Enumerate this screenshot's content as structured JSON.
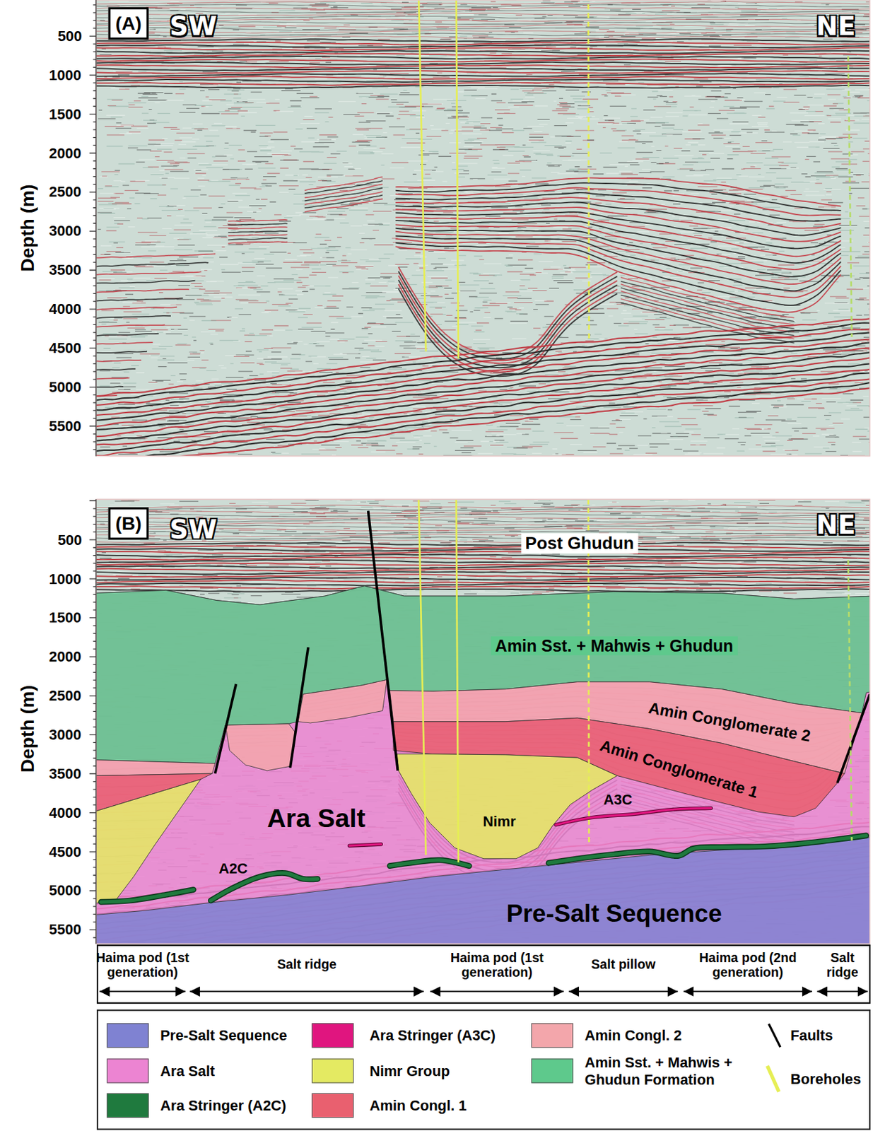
{
  "diagram": {
    "nodes": [
      {
        "text": [
          "(A)"
        ]
      },
      {
        "text": [
          "(B)"
        ]
      }
    ],
    "labels": [
      "SW",
      "NE",
      "500",
      "1000",
      "1500",
      "2000",
      "2500",
      "3000",
      "3500",
      "4000",
      "4500",
      "5000",
      "5500",
      "Depth (m)",
      "SW",
      "NE",
      "Post Ghudun",
      "Amin Sst. + Mahwis + Ghudun",
      "Amin Conglomerate 2",
      "Amin Conglomerate 1",
      "Ara Salt",
      "Nimr",
      "A3C",
      "A2C",
      "Pre-Salt Sequence",
      "500",
      "1000",
      "1500",
      "2000",
      "2500",
      "3000",
      "3500",
      "4000",
      "4500",
      "5000",
      "5500",
      "Depth (m)",
      "Haima pod (1st generation)",
      "Salt ridge",
      "Haima pod (1st generation)",
      "Salt pillow",
      "Haima pod (2nd generation)",
      "Salt ridge"
    ],
    "legend": [
      {
        "text": "Pre-Salt Sequence",
        "color": "#7f82d2"
      },
      {
        "text": "Ara Salt",
        "color": "#ec84d2"
      },
      {
        "text": "Ara Stringer (A2C)",
        "color": "#1f7a3e"
      },
      {
        "text": "Ara Stringer (A3C)",
        "color": "#e0157f"
      },
      {
        "text": "Nimr Group",
        "color": "#e4ea62"
      },
      {
        "text": "Amin Congl. 1",
        "color": "#e9606f"
      },
      {
        "text": "Amin Congl. 2",
        "color": "#f3a6ab"
      },
      {
        "text": "Amin Sst. + Mahwis + Ghudun Formation",
        "color": "#5ec98c"
      },
      {
        "text": "Faults"
      },
      {
        "text": "Boreholes"
      }
    ]
  }
}
